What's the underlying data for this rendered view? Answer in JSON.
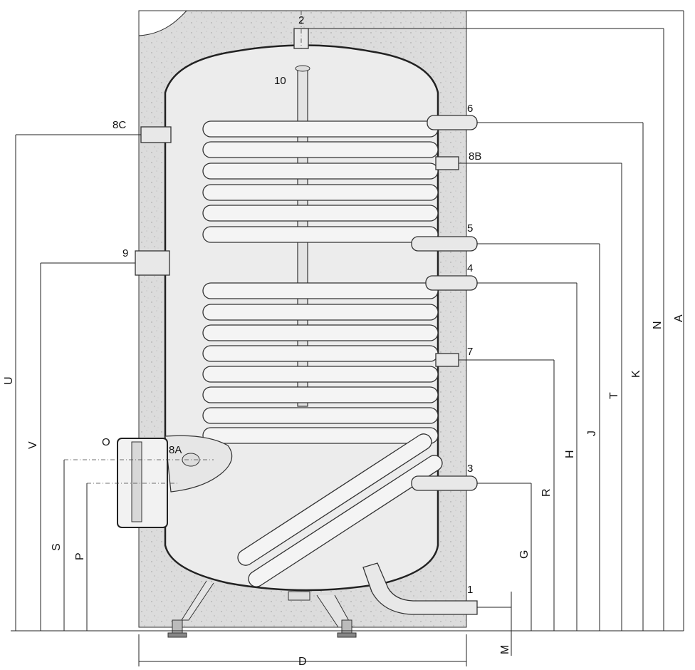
{
  "diagram": {
    "connection_labels": {
      "c1": "1",
      "c2": "2",
      "c3": "3",
      "c4": "4",
      "c5": "5",
      "c6": "6",
      "c7": "7",
      "c8a": "8A",
      "c8b": "8B",
      "c8c": "8C",
      "c9": "9",
      "c10": "10",
      "co": "O"
    },
    "dimension_labels": {
      "A": "A",
      "N": "N",
      "K": "K",
      "T": "T",
      "J": "J",
      "H": "H",
      "R": "R",
      "G": "G",
      "M": "M",
      "D": "D",
      "U": "U",
      "V": "V",
      "S": "S",
      "P": "P"
    }
  }
}
